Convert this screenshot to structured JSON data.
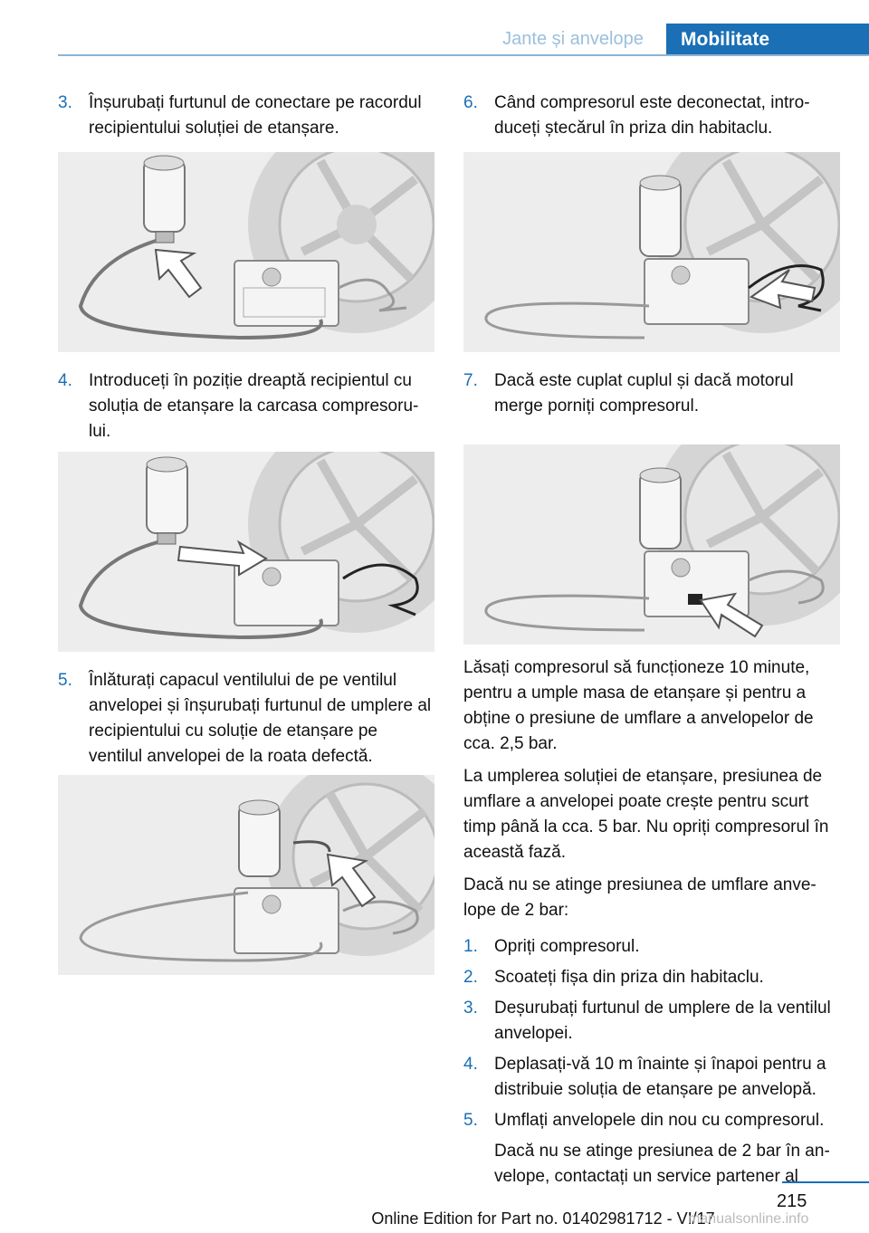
{
  "header": {
    "section": "Jante și anvelope",
    "chapter": "Mobilitate"
  },
  "left": {
    "step3": {
      "num": "3.",
      "text": "Înșurubați furtunul de conectare pe racor­dul recipientului soluției de etanșare."
    },
    "step4": {
      "num": "4.",
      "text": "Introduceți în poziție dreaptă recipientul cu soluția de etanșare la carcasa compresoru­lui."
    },
    "step5": {
      "num": "5.",
      "text": "Înlăturați capacul ventilului de pe ventilul anvelopei și înșurubați furtunul de umplere al recipientului cu soluție de etanșare pe ventilul anvelopei de la roata defectă."
    }
  },
  "right": {
    "step6": {
      "num": "6.",
      "text": "Când compresorul este deconectat, intro­duceți ștecărul în priza din habitaclu."
    },
    "step7": {
      "num": "7.",
      "text": "Dacă este cuplat cuplul și dacă motorul merge porniți compresorul."
    },
    "para1": "Lăsați compresorul să funcționeze 10 minute, pentru a umple masa de etanșare și pentru a obține o presiune de umflare a anvelopelor de cca. 2,5 bar.",
    "para2": "La umplerea soluției de etanșare, presiunea de umflare a anvelopei poate crește pentru scurt timp până la cca. 5 bar. Nu opriți compresorul în această fază.",
    "para3": "Dacă nu se atinge presiunea de umflare anve­lope de 2 bar:",
    "sub1": {
      "num": "1.",
      "text": "Opriți compresorul."
    },
    "sub2": {
      "num": "2.",
      "text": "Scoateți fișa din priza din habitaclu."
    },
    "sub3": {
      "num": "3.",
      "text": "Deșurubați furtunul de umplere de la venti­lul anvelopei."
    },
    "sub4": {
      "num": "4.",
      "text": "Deplasați-vă 10 m înainte și înapoi pentru a distribuie soluția de etanșare pe anvelopă."
    },
    "sub5": {
      "num": "5.",
      "text": "Umflați anvelopele din nou cu compresorul."
    },
    "sub5_cont": "Dacă nu se atinge presiunea de 2 bar în an­velope, contactați un service partener al"
  },
  "footer": {
    "page_number": "215",
    "edition": "Online Edition for Part no. 01402981712 - VI/17",
    "watermark": "manualsonline.info"
  },
  "colors": {
    "accent": "#1a6fb5",
    "header_section_text": "#9bbfdc",
    "figure_bg": "#ededed"
  }
}
